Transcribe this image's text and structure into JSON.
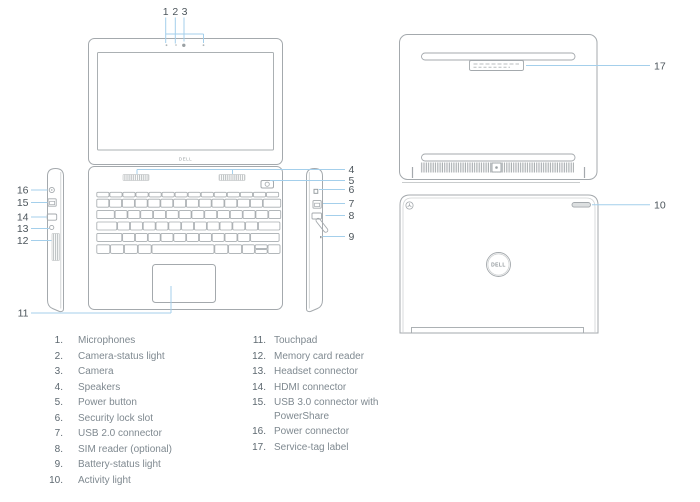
{
  "device": {
    "brand_bezel": "DELL",
    "brand_lid": "DELL"
  },
  "colors": {
    "callout_line": "#a4cfeb",
    "callout_number": "#4d565c",
    "outline": "#a4a9ad",
    "outline_light": "#c9cccd",
    "legend_number": "#5d6870",
    "legend_text": "#7f8990"
  },
  "callouts": {
    "c1": "1",
    "c2": "2",
    "c3": "3",
    "c4": "4",
    "c5": "5",
    "c6": "6",
    "c7": "7",
    "c8": "8",
    "c9": "9",
    "c10": "10",
    "c11": "11",
    "c12": "12",
    "c13": "13",
    "c14": "14",
    "c15": "15",
    "c16": "16",
    "c17": "17"
  },
  "legend": {
    "left": [
      {
        "num": "1.",
        "label": "Microphones"
      },
      {
        "num": "2.",
        "label": "Camera-status light"
      },
      {
        "num": "3.",
        "label": "Camera"
      },
      {
        "num": "4.",
        "label": "Speakers"
      },
      {
        "num": "5.",
        "label": "Power button"
      },
      {
        "num": "6.",
        "label": "Security lock slot"
      },
      {
        "num": "7.",
        "label": "USB 2.0 connector"
      },
      {
        "num": "8.",
        "label": "SIM reader (optional)"
      },
      {
        "num": "9.",
        "label": "Battery-status light"
      },
      {
        "num": "10.",
        "label": "Activity light"
      }
    ],
    "right": [
      {
        "num": "11.",
        "label": "Touchpad"
      },
      {
        "num": "12.",
        "label": "Memory card reader"
      },
      {
        "num": "13.",
        "label": "Headset connector"
      },
      {
        "num": "14.",
        "label": "HDMI connector"
      },
      {
        "num": "15.",
        "label": "USB 3.0 connector with PowerShare"
      },
      {
        "num": "16.",
        "label": "Power connector"
      },
      {
        "num": "17.",
        "label": "Service-tag label"
      }
    ]
  }
}
